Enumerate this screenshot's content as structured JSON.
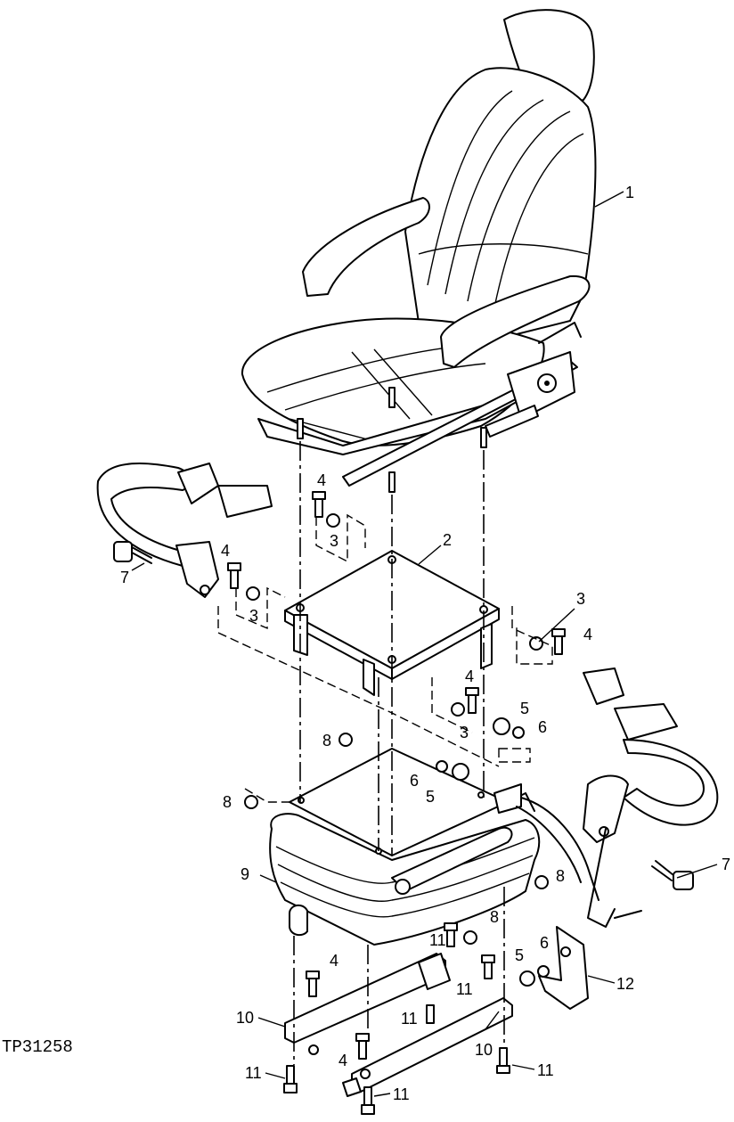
{
  "figure_id": "TP31258",
  "callouts": {
    "c1": "1",
    "c2": "2",
    "c3a": "3",
    "c3b": "3",
    "c3c": "3",
    "c3d": "3",
    "c4a": "4",
    "c4b": "4",
    "c4c": "4",
    "c4d": "4",
    "c4e": "4",
    "c4f": "4",
    "c5a": "5",
    "c5b": "5",
    "c5c": "5",
    "c6a": "6",
    "c6b": "6",
    "c6c": "6",
    "c7a": "7",
    "c7b": "7",
    "c8a": "8",
    "c8b": "8",
    "c8c": "8",
    "c8d": "8",
    "c9": "9",
    "c10a": "10",
    "c10b": "10",
    "c11a": "11",
    "c11b": "11",
    "c11c": "11",
    "c11d": "11",
    "c11e": "11",
    "c11f": "11",
    "c12": "12"
  }
}
